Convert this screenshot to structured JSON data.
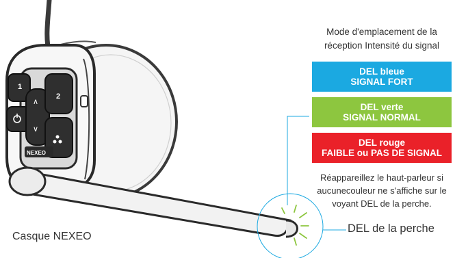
{
  "mode_header": "Mode d'emplacement de la réception Intensité du signal",
  "leds": {
    "blue": {
      "line1": "DEL bleue",
      "line2": "SIGNAL FORT",
      "color": "#1ba9e1"
    },
    "green": {
      "line1": "DEL verte",
      "line2": "SIGNAL NORMAL",
      "color": "#8dc63f"
    },
    "red": {
      "line1": "DEL rouge",
      "line2": "FAIBLE ou PAS DE SIGNAL",
      "color": "#ea2129"
    }
  },
  "note": "Réappareillez le haut-parleur si aucunecouleur ne s'affiche sur le voyant DEL de la perche.",
  "headset_label": "Casque NEXEO",
  "boom_led_label": "DEL de la perche",
  "button_labels": {
    "b1": "1",
    "b2": "2",
    "up": "∧",
    "down": "∨",
    "power": "⏻",
    "brand": "NEXEO"
  },
  "icons": [
    "power-icon",
    "up-arrow-icon",
    "down-arrow-icon",
    "group-icon",
    "boom-led-icon"
  ],
  "pointer_color": "#1ba9e1"
}
